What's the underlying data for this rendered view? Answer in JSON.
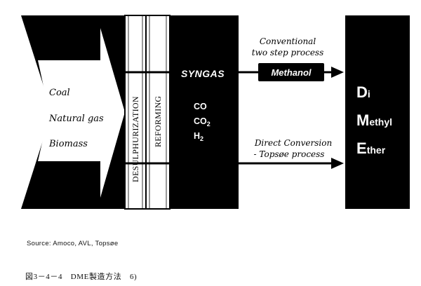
{
  "feedstocks": [
    "Coal",
    "Natural gas",
    "Biomass"
  ],
  "stages": {
    "desulphurization": "DESULPHURIZATION",
    "reforming": "REFORMING"
  },
  "syngas": {
    "title": "SYNGAS",
    "co": "CO",
    "co2_base": "CO",
    "co2_sub": "2",
    "h2_base": "H",
    "h2_sub": "2"
  },
  "routes": {
    "conventional_line1": "Conventional",
    "conventional_line2": "two step process",
    "methanol": "Methanol",
    "direct_line1": "Direct Conversion",
    "direct_line2": "- Topsøe process"
  },
  "product": {
    "line1_initial": "D",
    "line1_rest": "i",
    "line2_initial": "M",
    "line2_rest": "ethyl",
    "line3_initial": "E",
    "line3_rest": "ther"
  },
  "source": "Source: Amoco, AVL, Topsøe",
  "caption": "図3－4－4　DME製造方法　6)"
}
